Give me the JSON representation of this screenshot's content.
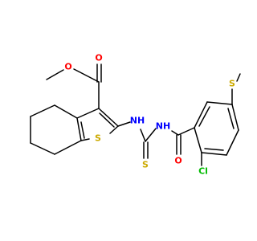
{
  "colors": {
    "bond": "#000000",
    "background": "#ffffff",
    "O": "#ff0000",
    "N": "#0000ff",
    "S": "#ccaa00",
    "Cl": "#00bb00"
  },
  "atoms": {
    "o_carbonyl": {
      "text": "O",
      "element": "O"
    },
    "o_ester": {
      "text": "O",
      "element": "O"
    },
    "s_ring": {
      "text": "S",
      "element": "S"
    },
    "n_1": {
      "text": "NH",
      "element": "N"
    },
    "n_2": {
      "text": "NH",
      "element": "N"
    },
    "s_thio": {
      "text": "S",
      "element": "S"
    },
    "o_amide": {
      "text": "O",
      "element": "O"
    },
    "s_methyl": {
      "text": "S",
      "element": "S"
    },
    "cl": {
      "text": "Cl",
      "element": "Cl"
    }
  }
}
